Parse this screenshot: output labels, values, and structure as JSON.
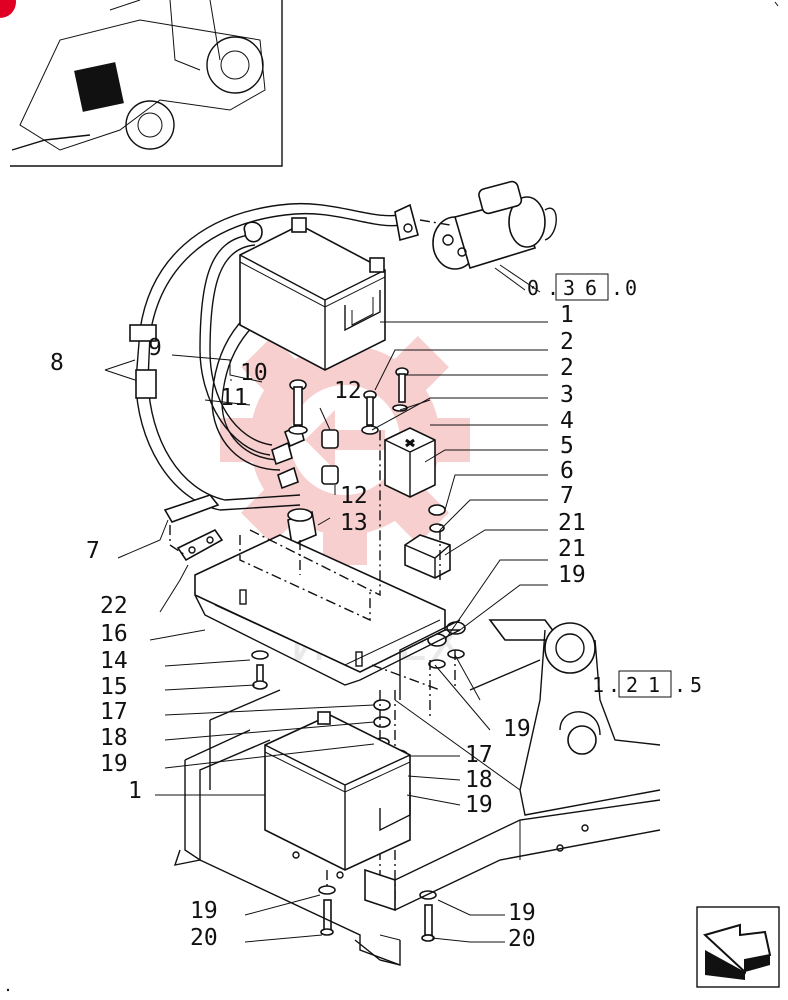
{
  "title": "",
  "watermark": {
    "text": "ИНТЕХ",
    "gear_color": "#f2a8a8"
  },
  "nav_icon": {
    "name": "previous-page-arrow-icon"
  },
  "references": [
    {
      "prefix": "0",
      "boxed": "36",
      "suffix": "0"
    },
    {
      "prefix": "1",
      "boxed": "21",
      "suffix": "5"
    }
  ],
  "callouts_right": [
    "1",
    "2",
    "2",
    "3",
    "4",
    "5",
    "6",
    "7",
    "21",
    "21",
    "19",
    "19",
    "17",
    "18",
    "19",
    "19"
  ],
  "callouts_left": [
    "8",
    "9",
    "10",
    "11",
    "12",
    "12",
    "13",
    "7",
    "22",
    "16",
    "14",
    "15",
    "17",
    "18",
    "19",
    "1",
    "19",
    "20"
  ],
  "callouts_bottom_right": [
    "20"
  ]
}
